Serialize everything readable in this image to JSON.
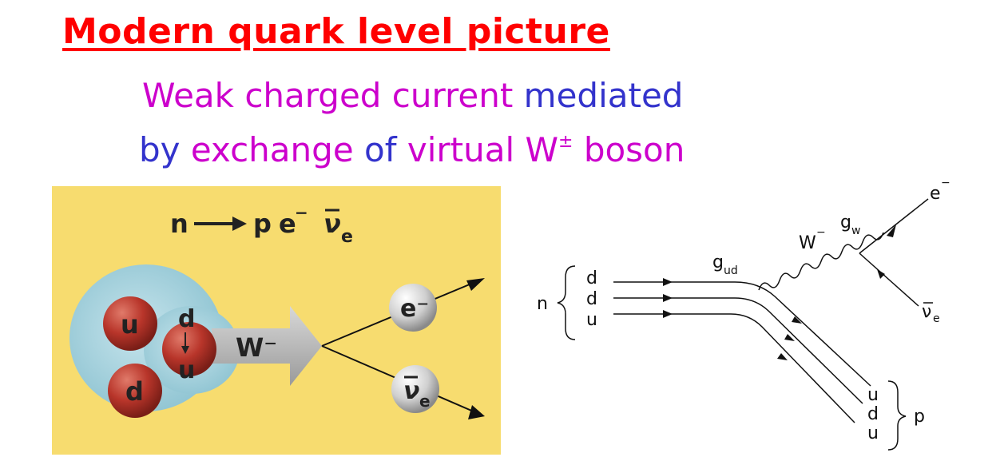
{
  "title": "Modern quark level picture",
  "subtitle": {
    "line1": [
      {
        "text": "Weak charged current ",
        "color": "#cc00cc"
      },
      {
        "text": "mediated",
        "color": "#3333cc"
      }
    ],
    "line2": [
      {
        "text": "by ",
        "color": "#3333cc"
      },
      {
        "text": "exchange ",
        "color": "#cc00cc"
      },
      {
        "text": "of ",
        "color": "#3333cc"
      },
      {
        "text": "virtual W",
        "color": "#cc00cc"
      },
      {
        "text": "±",
        "color": "#cc00cc",
        "sup": true
      },
      {
        "text": " boson",
        "color": "#cc00cc"
      }
    ]
  },
  "left_panel": {
    "background": "#f7dc6f",
    "nucleon_color": "#a8d4e0",
    "quark_color": "#b8352a",
    "lepton_color": "#cfcfcf",
    "reaction": {
      "n": "n",
      "p": "p",
      "e": "e",
      "e_sup": "−",
      "nu": "ν",
      "nu_sub": "e"
    },
    "quarks": [
      "u",
      "d",
      "d",
      "u"
    ],
    "boson": "W⁻",
    "e_minus": "e⁻",
    "antineutrino": "ν",
    "antineutrino_sub": "e"
  },
  "feynman": {
    "n_label": "n",
    "p_label": "p",
    "incoming_quarks": [
      "d",
      "d",
      "u"
    ],
    "outgoing_quarks": [
      "u",
      "d",
      "u"
    ],
    "coupling_ud": "g",
    "coupling_ud_sub": "ud",
    "coupling_w": "g",
    "coupling_w_sub": "w",
    "w_label": "W",
    "w_sup": "−",
    "electron": "e",
    "electron_sup": "−",
    "antineutrino": "ν",
    "antineutrino_sub": "e"
  }
}
